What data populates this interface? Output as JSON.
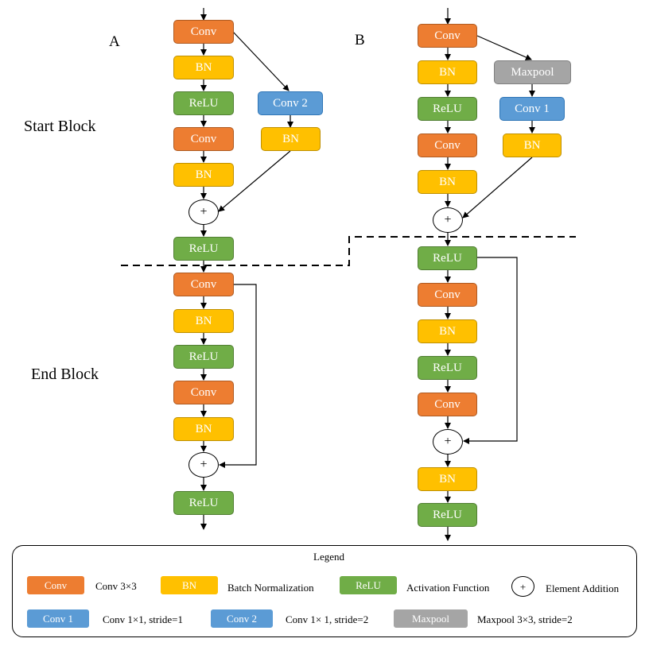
{
  "panels": {
    "a_label": "A",
    "b_label": "B"
  },
  "sections": {
    "start": "Start Block",
    "end": "End Block"
  },
  "nodes": {
    "conv": "Conv",
    "bn": "BN",
    "relu": "ReLU",
    "conv1": "Conv 1",
    "conv2": "Conv 2",
    "maxpool": "Maxpool",
    "plus": "+"
  },
  "legend": {
    "title": "Legend",
    "items": [
      {
        "label": "Conv",
        "desc": "Conv 3×3"
      },
      {
        "label": "BN",
        "desc": "Batch Normalization"
      },
      {
        "label": "ReLU",
        "desc": "Activation Function"
      },
      {
        "label": "+",
        "desc": "Element Addition"
      },
      {
        "label": "Conv 1",
        "desc": "Conv 1×1, stride=1"
      },
      {
        "label": "Conv 2",
        "desc": "Conv 1× 1, stride=2"
      },
      {
        "label": "Maxpool",
        "desc": "Maxpool 3×3, stride=2"
      }
    ]
  },
  "colors": {
    "conv": "#ED7D31",
    "bn": "#FFC000",
    "relu": "#70AD47",
    "conv1x1": "#5B9BD5",
    "maxpool": "#A5A5A5"
  }
}
